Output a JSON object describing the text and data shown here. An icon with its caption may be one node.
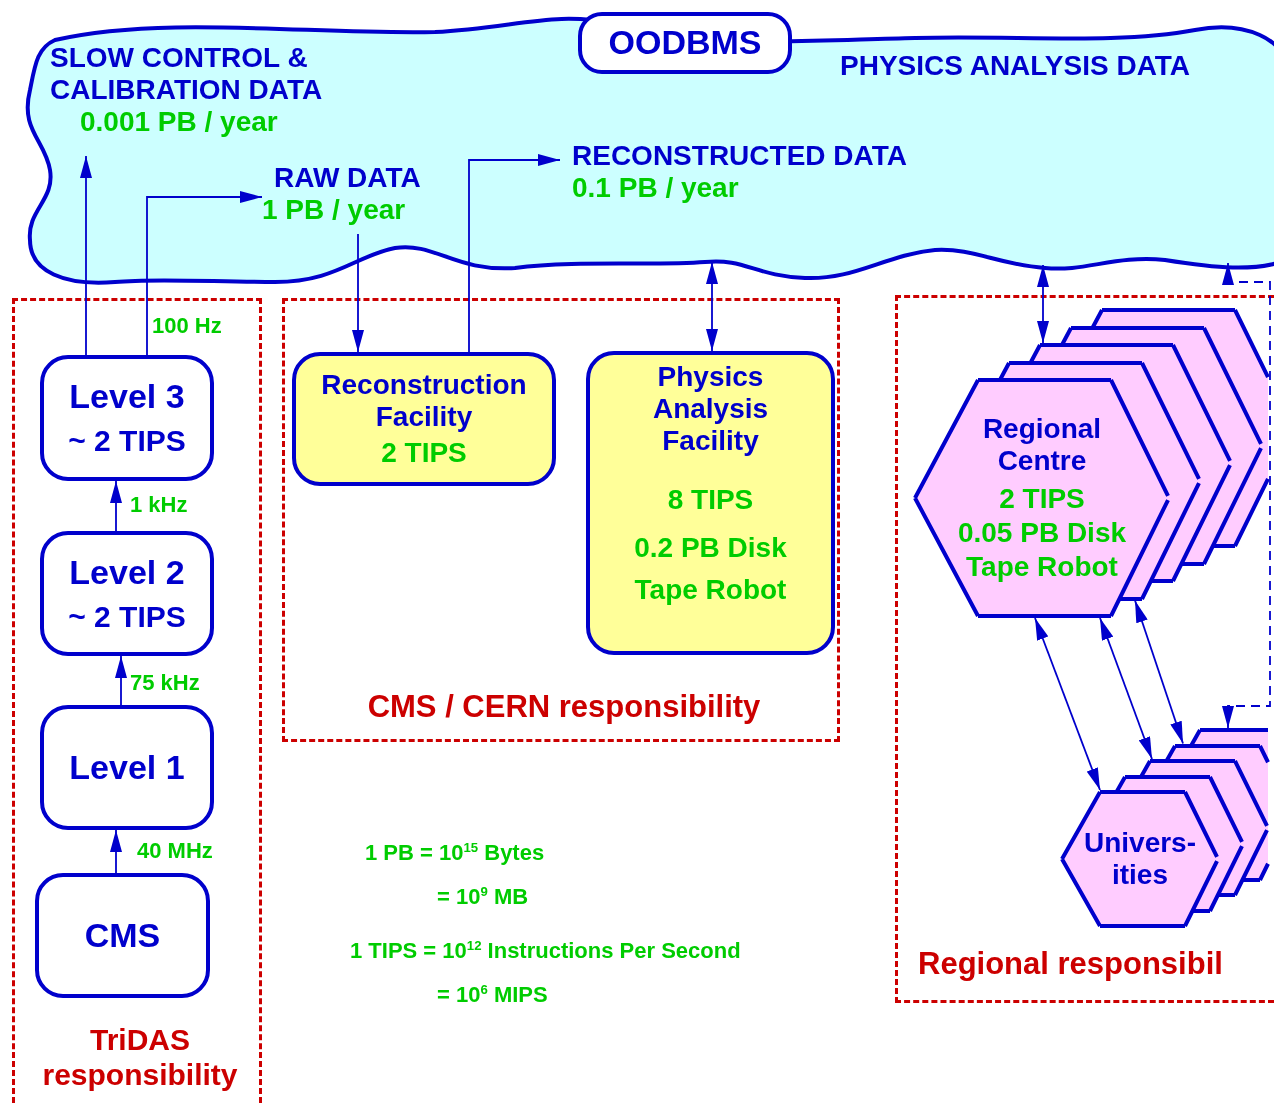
{
  "diagram": {
    "nodes": [
      {
        "text": [],
        "shape": "cloud"
      },
      {
        "text": [
          "OODBMS"
        ]
      },
      {
        "text": [
          "SLOW CONTROL & CALIBRATION DATA",
          "0.001 PB / year"
        ],
        "in": 0
      },
      {
        "text": [
          "RAW DATA",
          "1 PB / year"
        ],
        "in": 0
      },
      {
        "text": [
          "RECONSTRUCTED DATA",
          "0.1 PB / year"
        ],
        "in": 0
      },
      {
        "text": [
          "PHYSICS ANALYSIS DATA"
        ],
        "in": 0
      },
      {
        "text": [
          "TriDAS responsibility"
        ]
      },
      {
        "text": [
          "Level 3",
          "~ 2 TIPS"
        ],
        "in": 6
      },
      {
        "text": [
          "Level 2",
          "~ 2 TIPS"
        ],
        "in": 6
      },
      {
        "text": [
          "Level 1"
        ],
        "in": 6
      },
      {
        "text": [
          "CMS"
        ],
        "in": 6
      },
      {
        "text": [
          "CMS / CERN responsibility"
        ]
      },
      {
        "text": [
          "Reconstruction Facility",
          "2 TIPS"
        ],
        "in": 11
      },
      {
        "text": [
          "Physics Analysis Facility",
          "8 TIPS",
          "0.2 PB Disk",
          "Tape Robot"
        ],
        "in": 11
      },
      {
        "text": [
          "Regional responsibil"
        ]
      },
      {
        "text": [
          "Regional Centre",
          "2 TIPS",
          "0.05 PB Disk",
          "Tape Robot"
        ],
        "in": 14
      },
      {
        "text": [],
        "shape": "hexagon",
        "in": 14
      },
      {
        "text": [],
        "shape": "hexagon",
        "in": 14
      },
      {
        "text": [],
        "shape": "hexagon",
        "in": 14
      },
      {
        "text": [],
        "shape": "hexagon",
        "in": 14
      },
      {
        "text": [
          "Univers- ities"
        ],
        "in": 14
      },
      {
        "text": [],
        "shape": "hexagon",
        "in": 14
      },
      {
        "text": [],
        "shape": "hexagon",
        "in": 14
      },
      {
        "text": [],
        "shape": "hexagon",
        "in": 14
      },
      {
        "text": [],
        "shape": "hexagon",
        "in": 14
      }
    ],
    "edges": [
      {
        "from": 10,
        "to": 9,
        "arrow": "to",
        "label": "40 MHz"
      },
      {
        "from": 9,
        "to": 8,
        "arrow": "to",
        "label": "75 kHz"
      },
      {
        "from": 8,
        "to": 7,
        "arrow": "to",
        "label": "1 kHz"
      },
      {
        "from": 7,
        "to": 2,
        "arrow": "to"
      },
      {
        "from": 7,
        "to": 3,
        "arrow": "to",
        "label": "100 Hz"
      },
      {
        "from": 3,
        "to": 12,
        "arrow": "to"
      },
      {
        "from": 12,
        "to": 4,
        "arrow": "to"
      },
      {
        "from": 0,
        "to": 13,
        "arrow": "both"
      },
      {
        "from": 0,
        "to": 17,
        "arrow": "both"
      },
      {
        "from": 0,
        "to": 24,
        "arrow": "both",
        "style": "dashed"
      },
      {
        "from": 15,
        "to": 20,
        "arrow": "both"
      },
      {
        "from": 15,
        "to": 22,
        "arrow": "both"
      },
      {
        "from": 16,
        "to": 23,
        "arrow": "both"
      }
    ],
    "labels": [
      "1 PB = 10$^{15}$ Bytes",
      "= 10$^{9}$ MB",
      "1 TIPS = 10$^{12}$ Instructions Per Second",
      "= 10$^{6}$ MIPS"
    ]
  }
}
